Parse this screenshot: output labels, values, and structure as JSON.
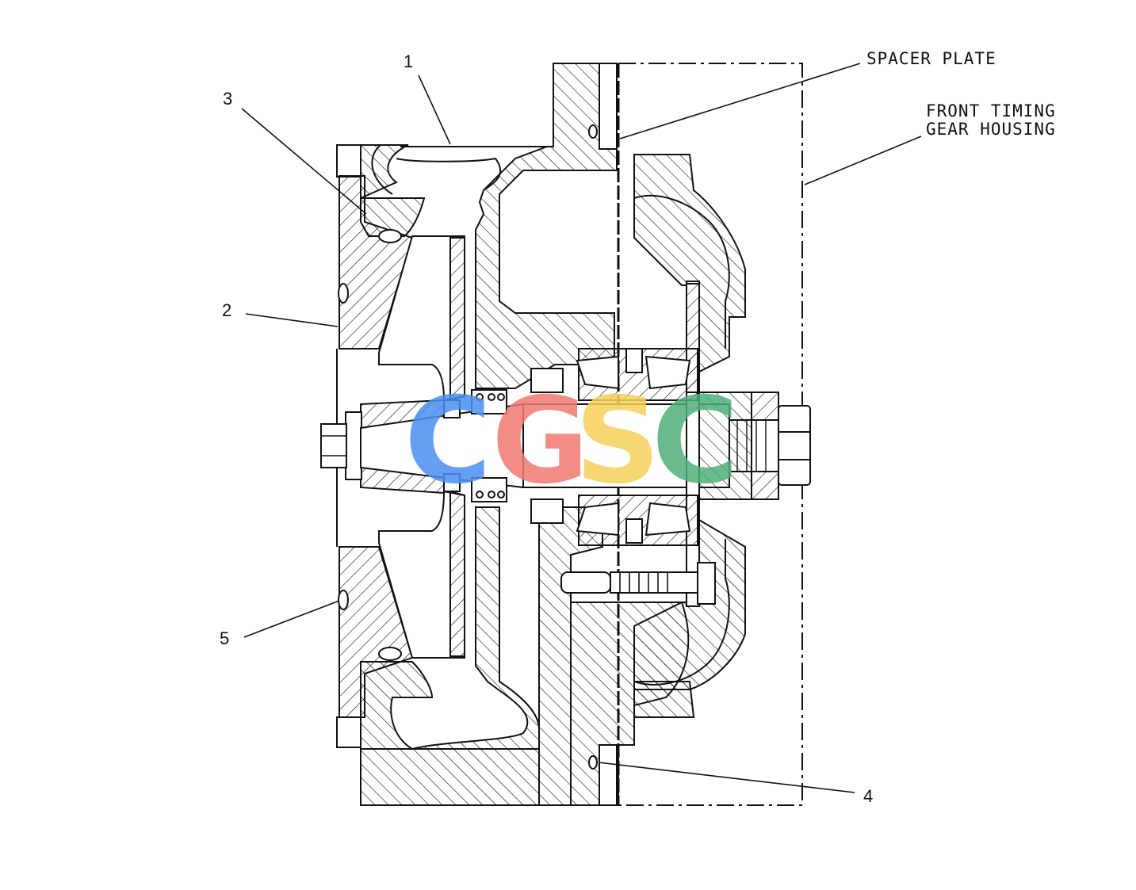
{
  "callouts": {
    "c1": "1",
    "c2": "2",
    "c3": "3",
    "c4": "4",
    "c5": "5"
  },
  "labels": {
    "spacer_plate": "SPACER PLATE",
    "front_timing_line1": "FRONT TIMING",
    "front_timing_line2": "GEAR HOUSING"
  },
  "watermark": {
    "letters": [
      "C",
      "G",
      "S",
      "C"
    ],
    "colors": [
      "#4a8ff0",
      "#f07a70",
      "#f5d15a",
      "#4fb07a"
    ]
  },
  "colors": {
    "line": "#111111",
    "background": "#ffffff"
  }
}
